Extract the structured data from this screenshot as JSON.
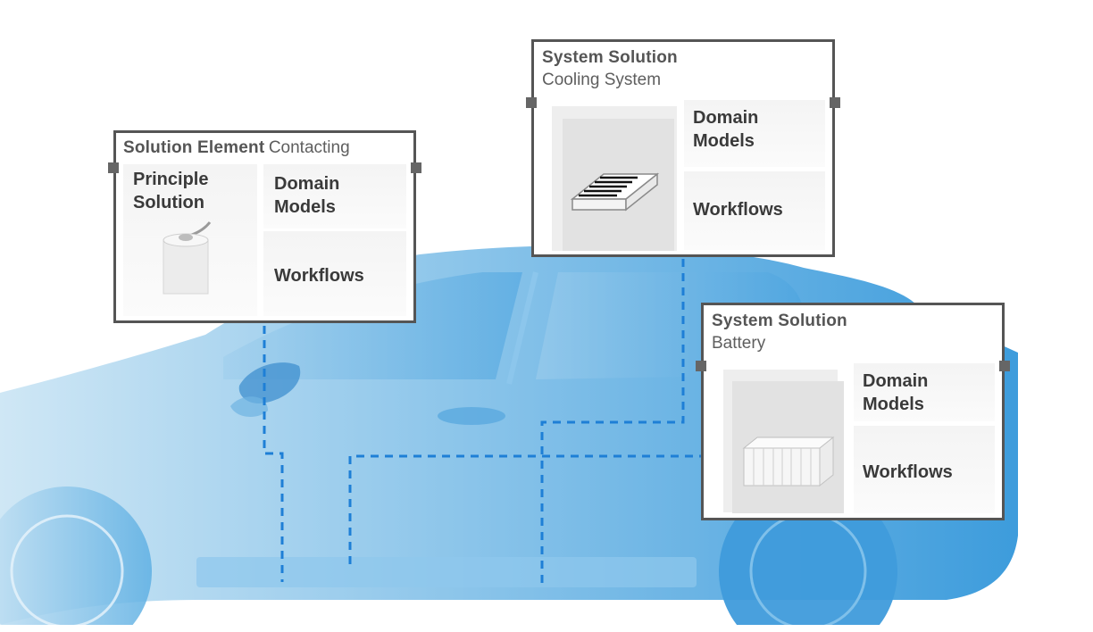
{
  "colors": {
    "car_light": "#b6dcf2",
    "car_dark": "#3f9fdc",
    "connector": "#1e7fd6",
    "box_border": "#555555"
  },
  "boxes": {
    "contacting": {
      "title_bold": "Solution Element",
      "title_rest": "Contacting",
      "principle_line1": "Principle",
      "principle_line2": "Solution",
      "domain_line1": "Domain",
      "domain_line2": "Models",
      "workflows": "Workflows",
      "image_icon": "cylinder-contact-icon"
    },
    "cooling": {
      "title": "System Solution",
      "subtitle": "Cooling System",
      "domain_line1": "Domain",
      "domain_line2": "Models",
      "workflows": "Workflows",
      "image_icon": "cooling-plate-icon"
    },
    "battery": {
      "title": "System Solution",
      "subtitle": "Battery",
      "domain_line1": "Domain",
      "domain_line2": "Models",
      "workflows": "Workflows",
      "image_icon": "battery-module-icon"
    }
  }
}
